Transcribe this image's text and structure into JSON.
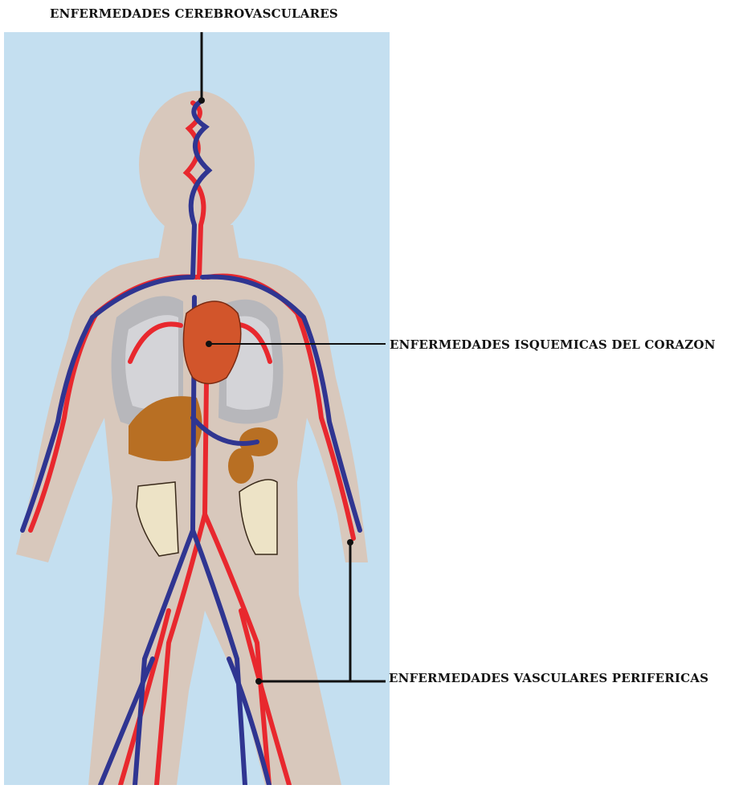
{
  "labels": {
    "cerebrovascular": "ENFERMEDADES CEREBROVASCULARES",
    "ischemic_heart": "ENFERMEDADES ISQUEMICAS DEL CORAZON",
    "peripheral_vascular": "ENFERMEDADES VASCULARES PERIFERICAS"
  },
  "colors": {
    "background_panel": "#c4dff0",
    "body_silhouette": "#d8c8bc",
    "artery": "#e8282e",
    "vein": "#2f3591",
    "heart": "#d2552b",
    "lungs": "#b7b7bb",
    "liver": "#b86f23",
    "intestine": "#ede3c6",
    "leader_line": "#111111"
  }
}
